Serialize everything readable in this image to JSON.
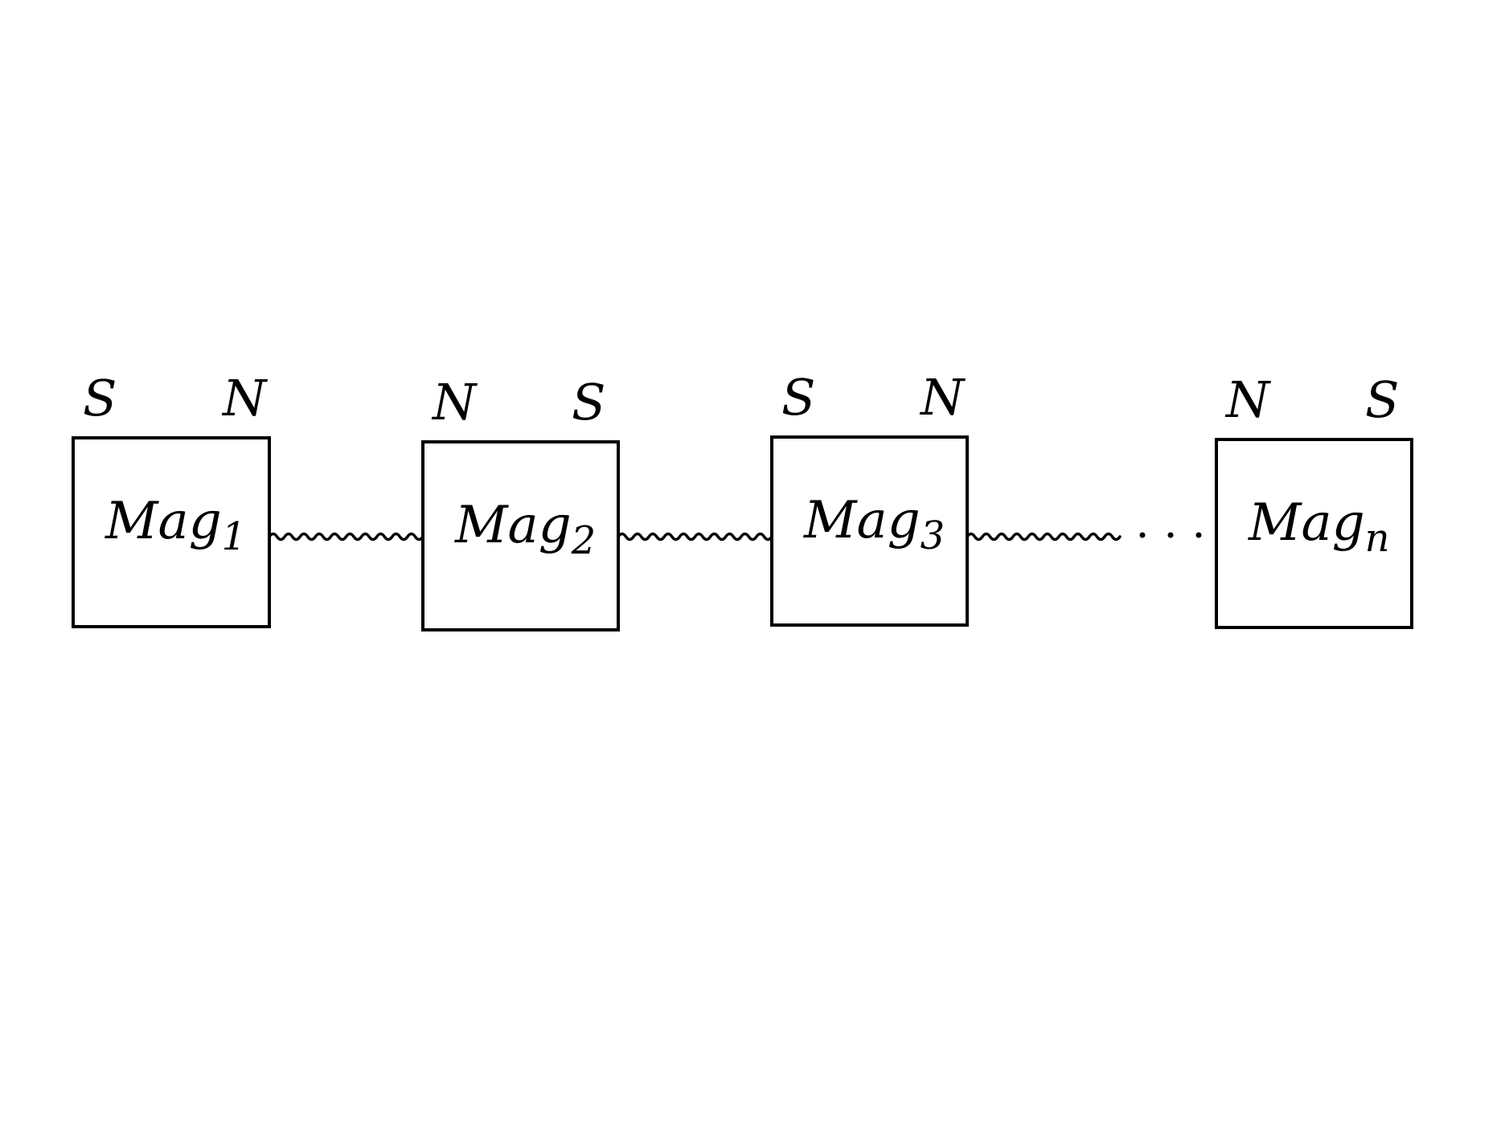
{
  "diagram": {
    "magnets": [
      {
        "label": "Mag",
        "subscript": "1",
        "left_pole": "S",
        "right_pole": "N"
      },
      {
        "label": "Mag",
        "subscript": "2",
        "left_pole": "N",
        "right_pole": "S"
      },
      {
        "label": "Mag",
        "subscript": "3",
        "left_pole": "S",
        "right_pole": "N"
      },
      {
        "label": "Mag",
        "subscript": "n",
        "left_pole": "N",
        "right_pole": "S"
      }
    ],
    "connections": [
      {
        "from": 0,
        "to": 1,
        "kind": "spring"
      },
      {
        "from": 1,
        "to": 2,
        "kind": "spring"
      },
      {
        "from": 2,
        "to": 3,
        "kind": "spring-ellipsis"
      }
    ],
    "colors": {
      "stroke": "#000000",
      "background": "#ffffff"
    }
  }
}
